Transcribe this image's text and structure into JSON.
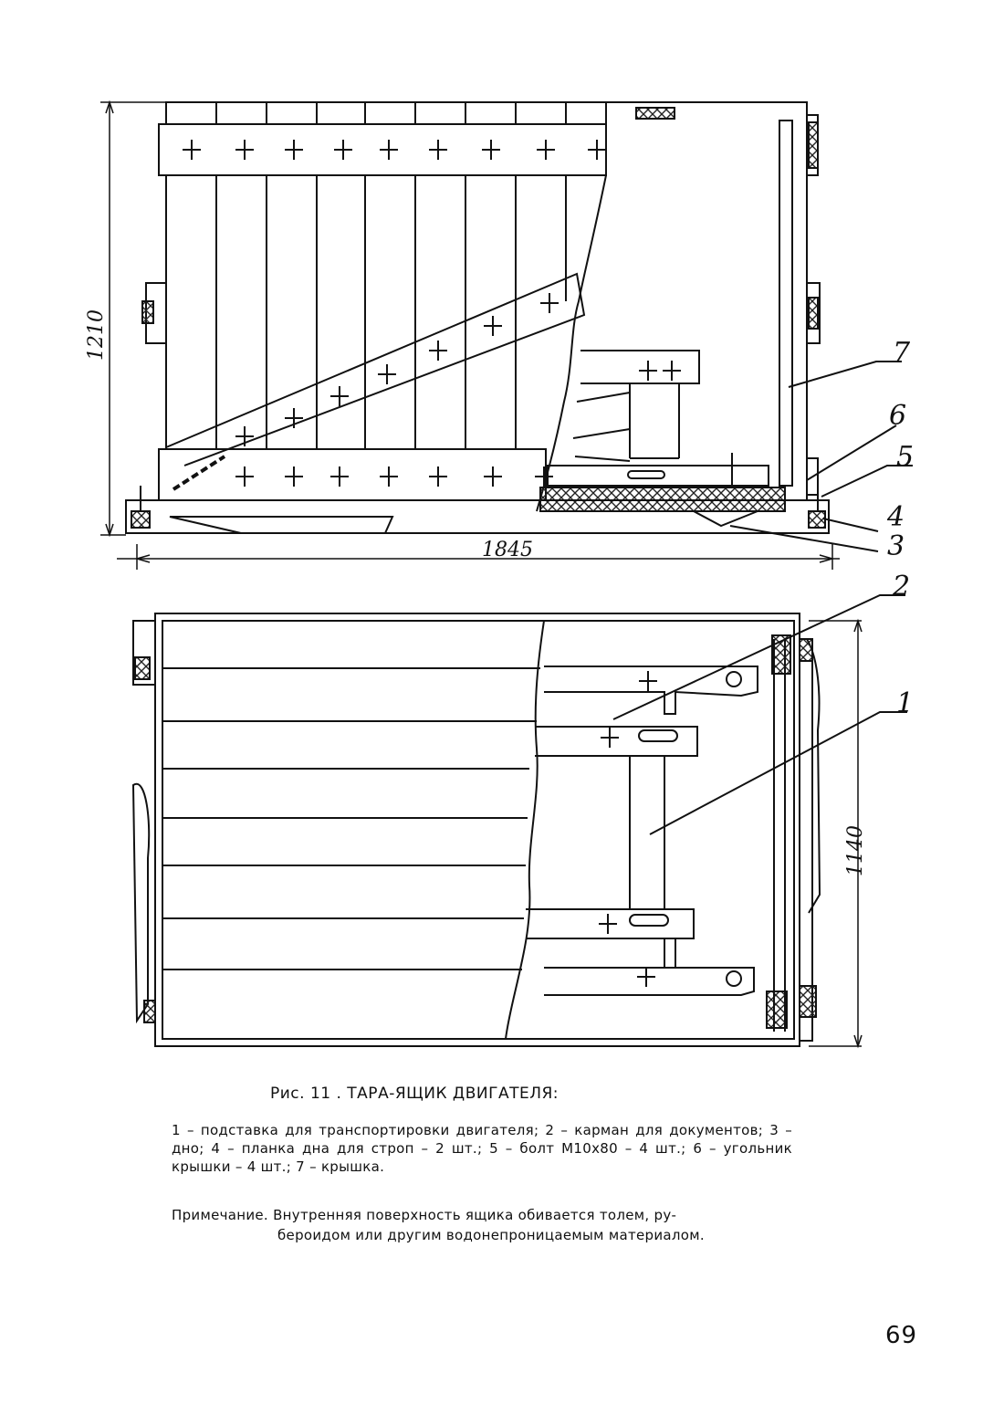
{
  "figure": {
    "dimensions": {
      "height": "1210",
      "length": "1845",
      "width": "1140"
    },
    "callouts": [
      "1",
      "2",
      "3",
      "4",
      "5",
      "6",
      "7"
    ],
    "caption": "Рис. 11 .  ТАРА-ЯЩИК ДВИГАТЕЛЯ:",
    "legend": "1 – подставка для транспортировки двигателя;  2 – карман для документов;  3 – дно;  4 – планка дна для строп – 2 шт.;  5 – болт М10х80 – 4 шт.;  6 – угольник крышки – 4 шт.;  7 – крышка.",
    "note_label": "Примечание.",
    "note_text_1": "Внутренняя поверхность ящика обивается толем,  ру-",
    "note_text_2": "бероидом или другим водонепроницаемым материалом."
  },
  "page_number": "69",
  "colors": {
    "ink": "#111111",
    "paper": "#ffffff",
    "hatch": "#333333"
  }
}
